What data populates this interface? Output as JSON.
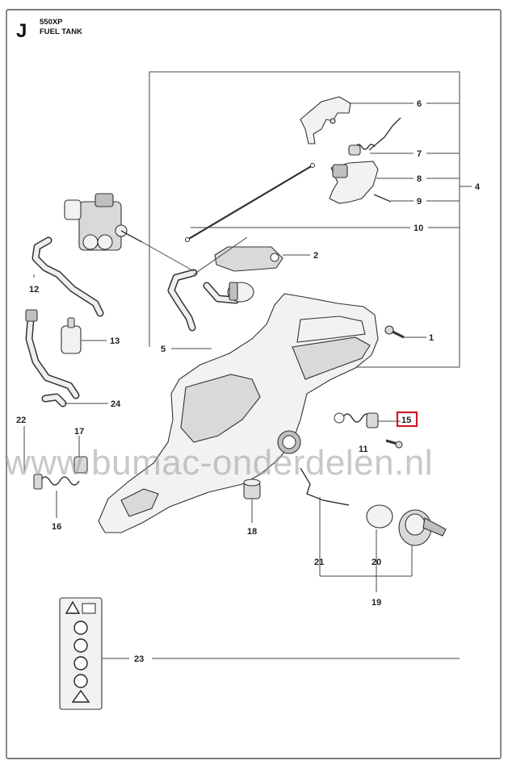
{
  "header": {
    "section_letter": "J",
    "model": "550XP",
    "title": "FUEL TANK"
  },
  "watermark": "www.bumac-onderdelen.nl",
  "highlight": {
    "part": "15",
    "color": "#d1182b"
  },
  "callouts": {
    "p1": "1",
    "p2": "2",
    "p4": "4",
    "p5": "5",
    "p6": "6",
    "p7": "7",
    "p8": "8",
    "p9": "9",
    "p10": "10",
    "p11": "11",
    "p12": "12",
    "p13": "13",
    "p15": "15",
    "p16": "16",
    "p17": "17",
    "p18": "18",
    "p19": "19",
    "p20": "20",
    "p21": "21",
    "p22": "22",
    "p23": "23",
    "p24": "24"
  }
}
